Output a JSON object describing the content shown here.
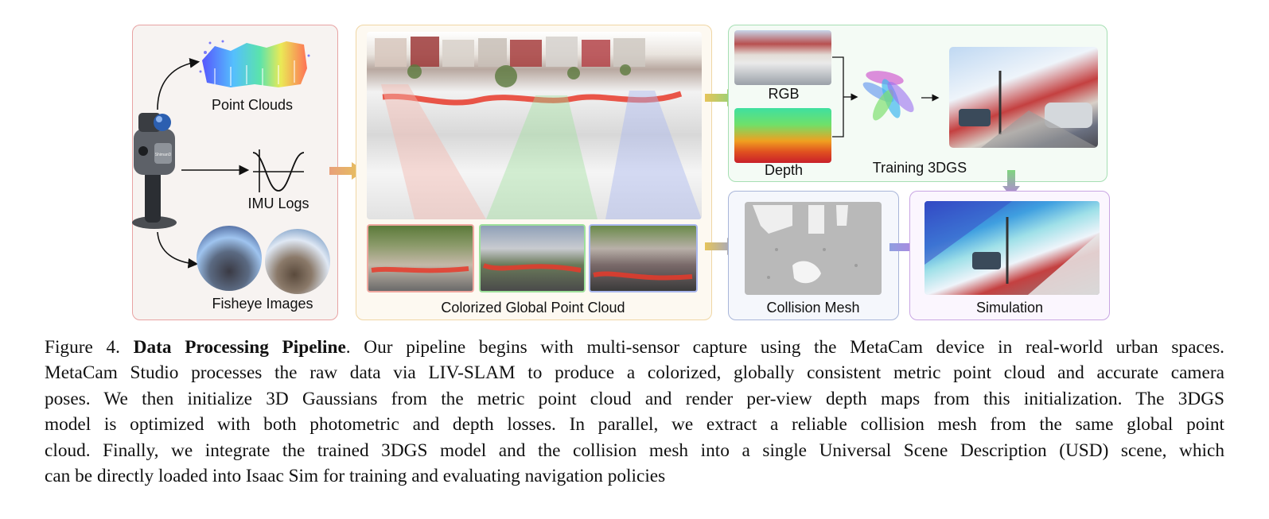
{
  "figure": {
    "capture": {
      "point_clouds_label": "Point Clouds",
      "imu_logs_label": "IMU Logs",
      "fisheye_images_label": "Fisheye Images",
      "device_brand": "ShimanD"
    },
    "global_point_cloud_label": "Colorized Global Point Cloud",
    "training": {
      "rgb_label": "RGB",
      "depth_label": "Depth",
      "training_label": "Training 3DGS"
    },
    "collision_mesh_label": "Collision Mesh",
    "simulation_label": "Simulation"
  },
  "caption": {
    "lines": [
      {
        "prefix": "Figure 4. ",
        "bold": "Data Processing Pipeline",
        "rest": ". Our pipeline begins with multi-sensor capture using the MetaCam device in real-world urban spaces."
      },
      {
        "text": "MetaCam Studio processes the raw data via LIV-SLAM to produce a colorized, globally consistent metric point cloud and accurate camera"
      },
      {
        "text": "poses.  We then initialize 3D Gaussians from the metric point cloud and render per-view depth maps from this initialization.  The 3DGS"
      },
      {
        "text": "model is optimized with both photometric and depth losses.  In parallel, we extract a reliable collision mesh from the same global point"
      },
      {
        "text": "cloud. Finally, we integrate the trained 3DGS model and the collision mesh into a single Universal Scene Description (USD) scene, which"
      },
      {
        "text": "can be directly loaded into Isaac Sim for training and evaluating navigation policies"
      }
    ]
  },
  "colors": {
    "capture_border": "#e8a3a3",
    "pointcloud_border": "#f0d6a4",
    "training_border": "#a6dfb3",
    "mesh_border": "#a9b6d9",
    "sim_border": "#c9a6e3"
  }
}
